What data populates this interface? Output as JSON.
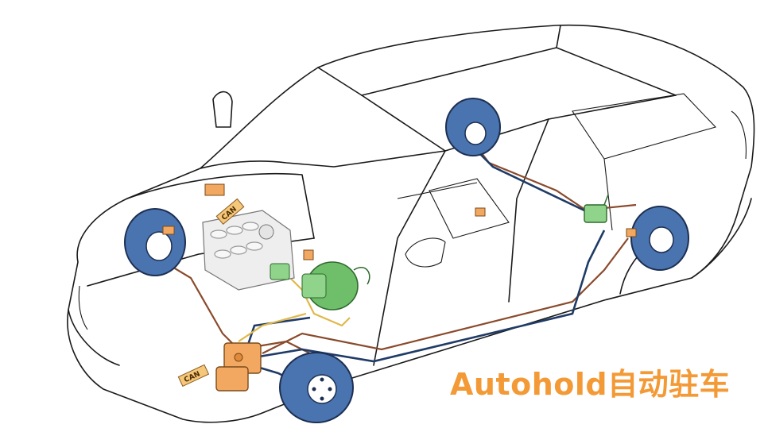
{
  "labels": {
    "can_top": "CAN",
    "can_bottom": "CAN"
  },
  "caption": {
    "text": "Autohold自动驻车"
  },
  "colors": {
    "disc": "#4a74b0",
    "brake_line": "#8a4a2c",
    "can_line": "#1f3b66",
    "signal_line": "#e0b84a",
    "abs_unit": "#f2a860",
    "booster": "#6fbf6a",
    "caption": "#f39a36"
  },
  "icons": [
    "disc-brake-front-left",
    "disc-brake-front-right",
    "disc-brake-rear-left",
    "disc-brake-rear-right",
    "abs-hydraulic-unit",
    "brake-booster",
    "parking-brake-actuator",
    "engine-block"
  ]
}
